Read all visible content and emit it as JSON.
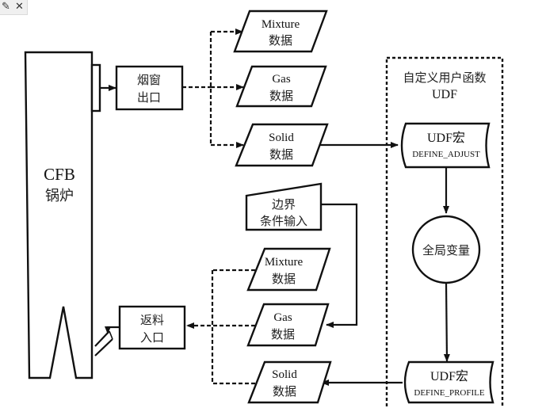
{
  "toolbar": {
    "icons": [
      {
        "name": "spellcheck-icon",
        "glyph": "✎"
      },
      {
        "name": "close-icon",
        "glyph": "✕"
      }
    ]
  },
  "diagram": {
    "boiler": {
      "line1": "CFB",
      "line2": "锅炉"
    },
    "chimney_outlet": {
      "line1": "烟窗",
      "line2": "出口"
    },
    "return_inlet": {
      "line1": "返料",
      "line2": "入口"
    },
    "top_data": [
      {
        "line1": "Mixture",
        "line2": "数据"
      },
      {
        "line1": "Gas",
        "line2": "数据"
      },
      {
        "line1": "Solid",
        "line2": "数据"
      }
    ],
    "boundary_input": {
      "line1": "边界",
      "line2": "条件输入"
    },
    "bottom_data": [
      {
        "line1": "Mixture",
        "line2": "数据"
      },
      {
        "line1": "Gas",
        "line2": "数据"
      },
      {
        "line1": "Solid",
        "line2": "数据"
      }
    ],
    "udf_group": {
      "title_line1": "自定义用户函数",
      "title_line2": "UDF"
    },
    "udf_adjust": {
      "line1": "UDF宏",
      "line2": "DEFINE_ADJUST"
    },
    "global_vars": {
      "label": "全局变量"
    },
    "udf_profile": {
      "line1": "UDF宏",
      "line2": "DEFINE_PROFILE"
    }
  }
}
